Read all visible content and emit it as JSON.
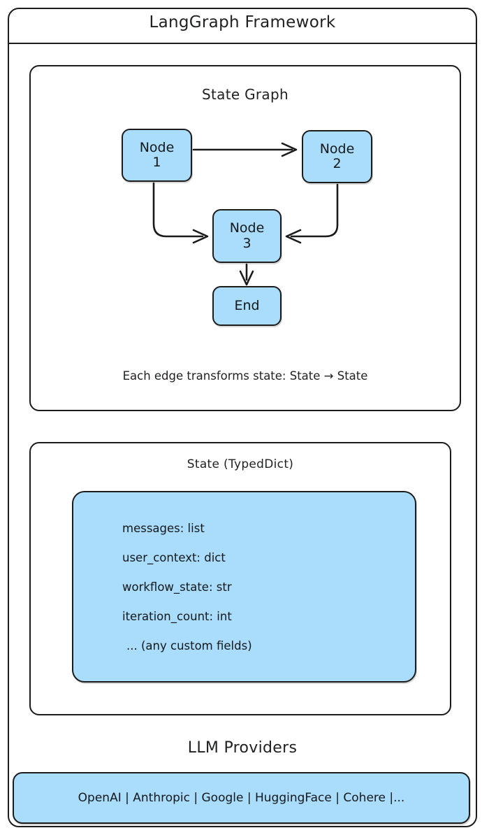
{
  "diagram": {
    "title": "LangGraph Framework",
    "subgraphs": {
      "state_graph": {
        "title": "State Graph",
        "caption": "Each edge transforms state: State → State",
        "nodes": [
          {
            "id": "node1",
            "line1": "Node",
            "line2": "1"
          },
          {
            "id": "node2",
            "line1": "Node",
            "line2": "2"
          },
          {
            "id": "node3",
            "line1": "Node",
            "line2": "3"
          },
          {
            "id": "end",
            "line1": "End",
            "line2": ""
          }
        ],
        "edges": [
          {
            "from": "node1",
            "to": "node2"
          },
          {
            "from": "node1",
            "to": "node3"
          },
          {
            "from": "node2",
            "to": "node3"
          },
          {
            "from": "node3",
            "to": "end"
          }
        ]
      },
      "state": {
        "title": "State (TypedDict)",
        "fields": [
          "messages: list",
          "user_context: dict",
          "workflow_state: str",
          "iteration_count: int",
          "... (any custom fields)"
        ]
      },
      "llm": {
        "title": "LLM Providers",
        "providers_text": "OpenAI | Anthropic | Google | HuggingFace | Cohere |..."
      }
    },
    "colors": {
      "node_fill": "#a9ddfb",
      "stroke": "#1c1c1c",
      "background": "#ffffff",
      "text": "#14181b"
    }
  }
}
